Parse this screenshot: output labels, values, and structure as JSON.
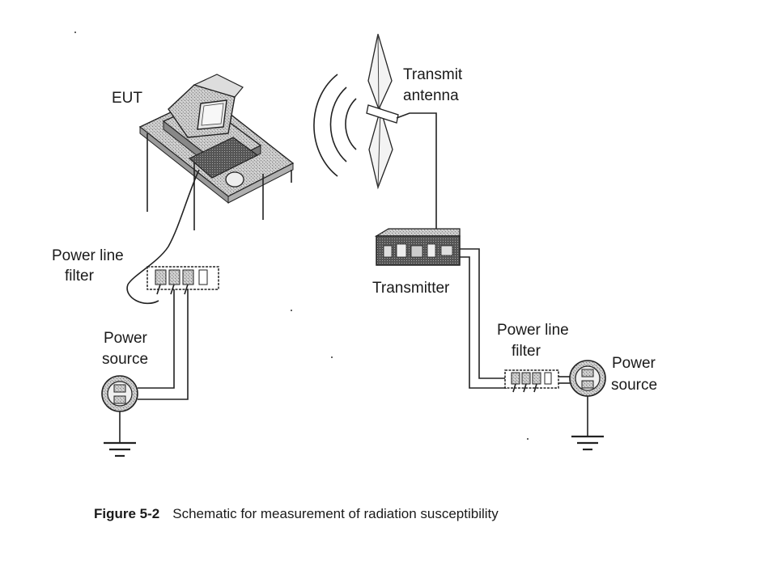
{
  "labels": {
    "eut": "EUT",
    "transmit_antenna_line1": "Transmit",
    "transmit_antenna_line2": "antenna",
    "power_line_filter_left_line1": "Power line",
    "power_line_filter_left_line2": "filter",
    "power_source_left_line1": "Power",
    "power_source_left_line2": "source",
    "transmitter": "Transmitter",
    "power_line_filter_right_line1": "Power line",
    "power_line_filter_right_line2": "filter",
    "power_source_right_line1": "Power",
    "power_source_right_line2": "source"
  },
  "caption": {
    "figure_number": "Figure 5-2",
    "text": "Schematic for measurement of radiation susceptibility"
  }
}
